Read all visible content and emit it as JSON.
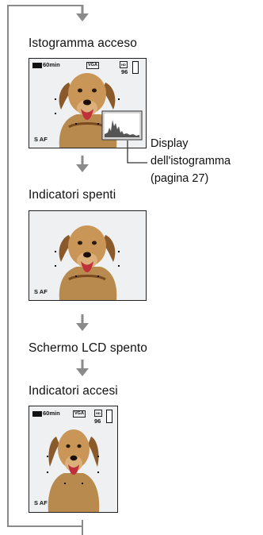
{
  "steps": [
    {
      "label": "Istogramma acceso"
    },
    {
      "label": "Indicatori spenti"
    },
    {
      "label": "Schermo LCD spento"
    },
    {
      "label": "Indicatori accesi"
    }
  ],
  "screen_full": {
    "battery_time": "60min",
    "image_size": "VGA",
    "remaining_shots": "96",
    "focus_mode": "S AF"
  },
  "screen_indicators_off": {
    "focus_mode": "S AF"
  },
  "callout": {
    "line1": "Display",
    "line2": "dell'istogramma",
    "line3": "(pagina 27)"
  },
  "colors": {
    "flow_line": "#8a8a8a",
    "screen_border": "#222222"
  }
}
